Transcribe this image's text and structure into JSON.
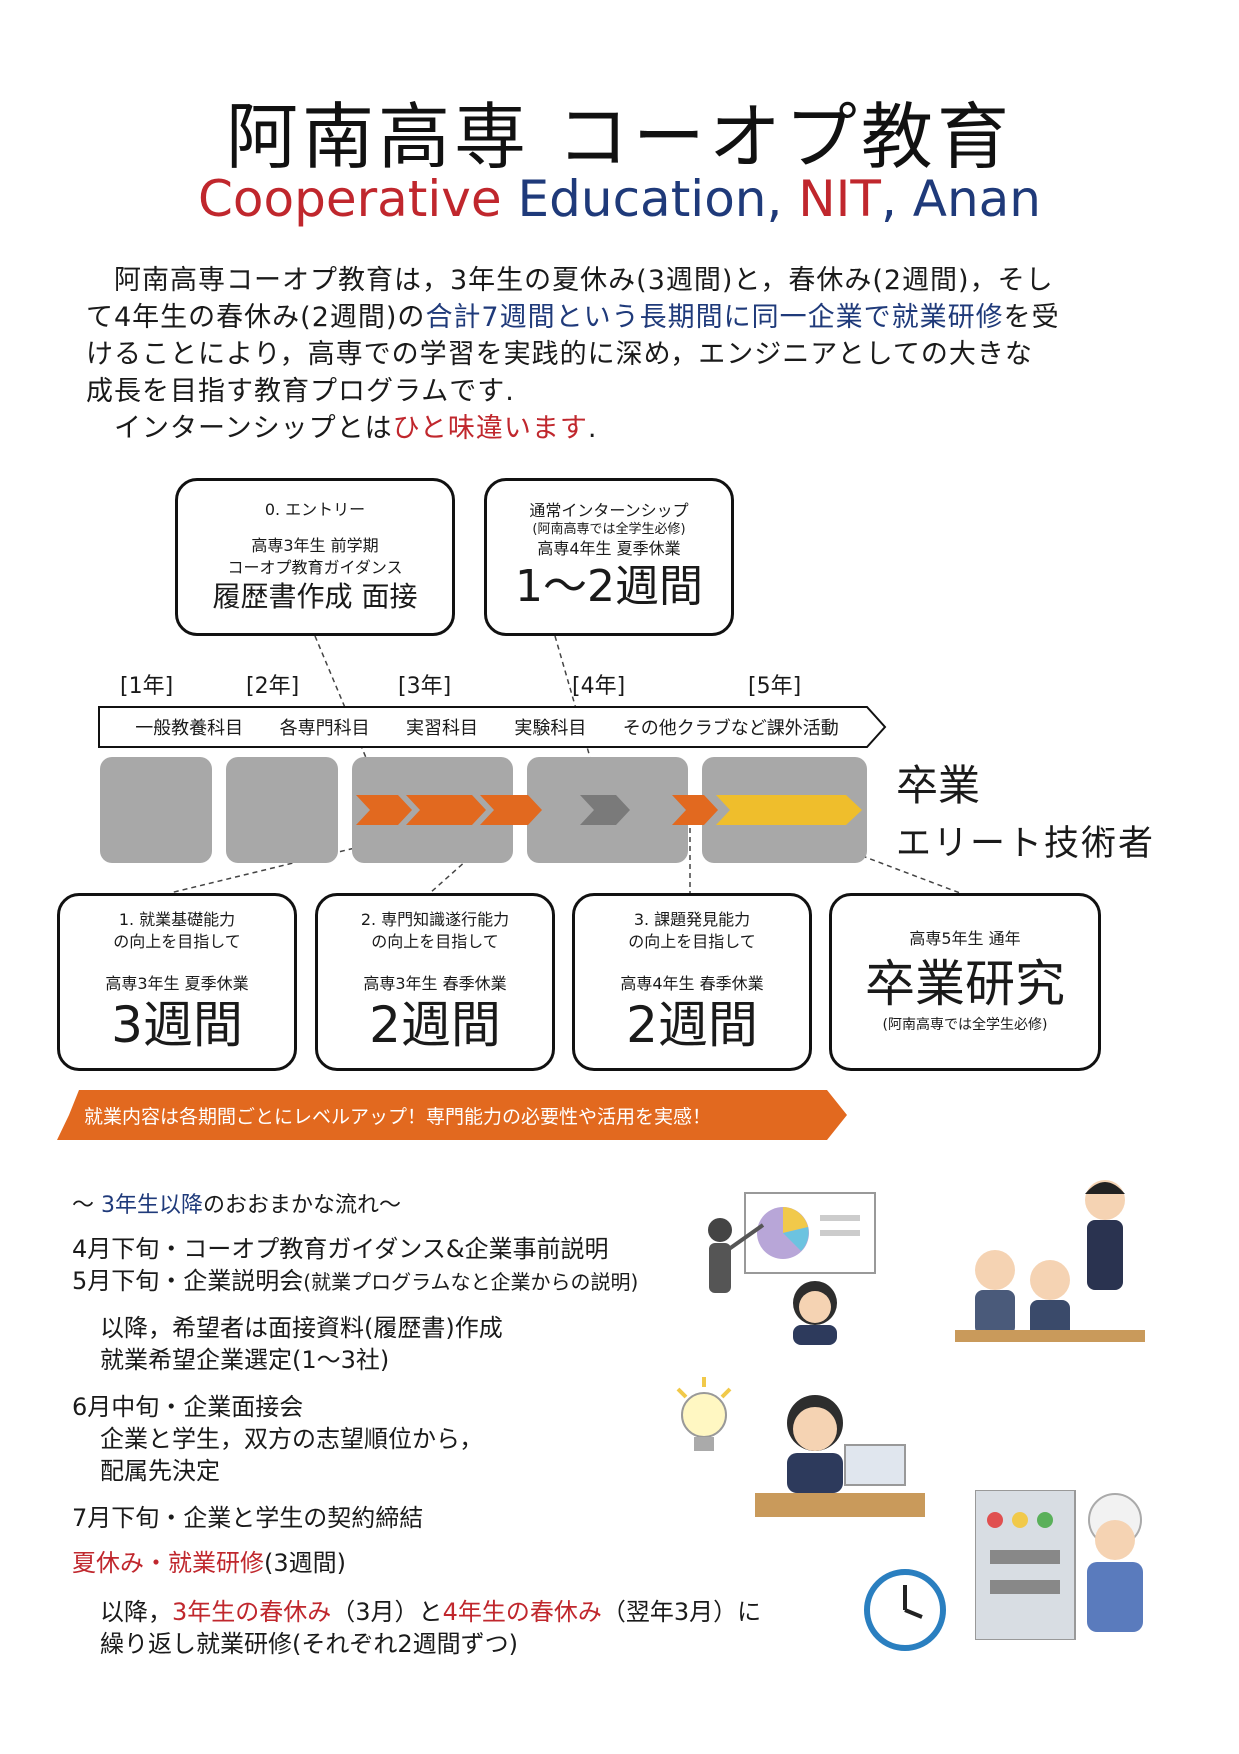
{
  "header": {
    "title": "阿南高専 コーオプ教育",
    "subtitle": [
      {
        "text": "Cooperative",
        "color": "red"
      },
      {
        "text": " Education, ",
        "color": "blue"
      },
      {
        "text": "NIT",
        "color": "red"
      },
      {
        "text": ", Anan",
        "color": "blue"
      }
    ]
  },
  "intro": {
    "l1": "　阿南高専コーオプ教育は，3年生の夏休み(3週間)と，春休み(2週間)，そし",
    "l2a": "て4年生の春休み(2週間)の",
    "l2b": "合計7週間という長期間に同一企業で就業研修",
    "l2c": "を受",
    "l3": "けることにより，高専での学習を実践的に深め，エンジニアとしての大きな",
    "l4": "成長を目指す教育プログラムです.",
    "l5a": "　インターンシップとは",
    "l5b": "ひと味違います",
    "l5c": "."
  },
  "entry_box": {
    "line1": "0. エントリー",
    "line2": "高専3年生 前学期",
    "line3": "コーオプ教育ガイダンス",
    "line4": "履歴書作成 面接"
  },
  "intern_box": {
    "line1": "通常インターンシップ",
    "line2": "(阿南高専では全学生必修)",
    "line3": "高専4年生 夏季休業",
    "line4": "1～2週間"
  },
  "years": [
    "[1年]",
    "[2年]",
    "[3年]",
    "[4年]",
    "[5年]"
  ],
  "activities": [
    "一般教養科目",
    "各専門科目",
    "実習科目",
    "実験科目",
    "その他クラブなど課外活動"
  ],
  "graduation": {
    "label": "卒業",
    "elite": "エリート技術者"
  },
  "boxes": [
    {
      "title1": "1. 就業基礎能力",
      "title2": "の向上を目指して",
      "term": "高専3年生 夏季休業",
      "duration": "3週間"
    },
    {
      "title1": "2. 専門知識遂行能力",
      "title2": "の向上を目指して",
      "term": "高専3年生 春季休業",
      "duration": "2週間"
    },
    {
      "title1": "3. 課題発見能力",
      "title2": "の向上を目指して",
      "term": "高専4年生 春季休業",
      "duration": "2週間"
    }
  ],
  "research_box": {
    "term": "高専5年生 通年",
    "title": "卒業研究",
    "note": "(阿南高専では全学生必修)"
  },
  "banner": "就業内容は各期間ごとにレベルアップ！専門能力の必要性や活用を実感！",
  "flow": {
    "heading_a": "～ ",
    "heading_b": "3年生以降",
    "heading_c": "のおおまかな流れ～",
    "item1": "4月下旬・コーオプ教育ガイダンス&企業事前説明",
    "item2a": "5月下旬・企業説明会",
    "item2b": "(就業プログラムなと企業からの説明)",
    "item3a": "以降，希望者は面接資料(履歴書)作成",
    "item3b": "就業希望企業選定(1～3社)",
    "item4a": "6月中旬・企業面接会",
    "item4b": "企業と学生，双方の志望順位から，",
    "item4c": "配属先決定",
    "item5": "7月下旬・企業と学生の契約締結",
    "item6a": "夏休み・就業研修",
    "item6b": "(3週間)",
    "item7a": "以降，",
    "item7b": "3年生の春休み",
    "item7c": "（3月）と",
    "item7d": "4年生の春休み",
    "item7e": "（翌年3月）に",
    "item7f": "繰り返し就業研修(それぞれ2週間ずつ)"
  },
  "colors": {
    "orange": "#e2691f",
    "yellow": "#efbe2c",
    "grey": "#a8a8a8",
    "red": "#c0272d",
    "blue": "#1f3a7a"
  }
}
